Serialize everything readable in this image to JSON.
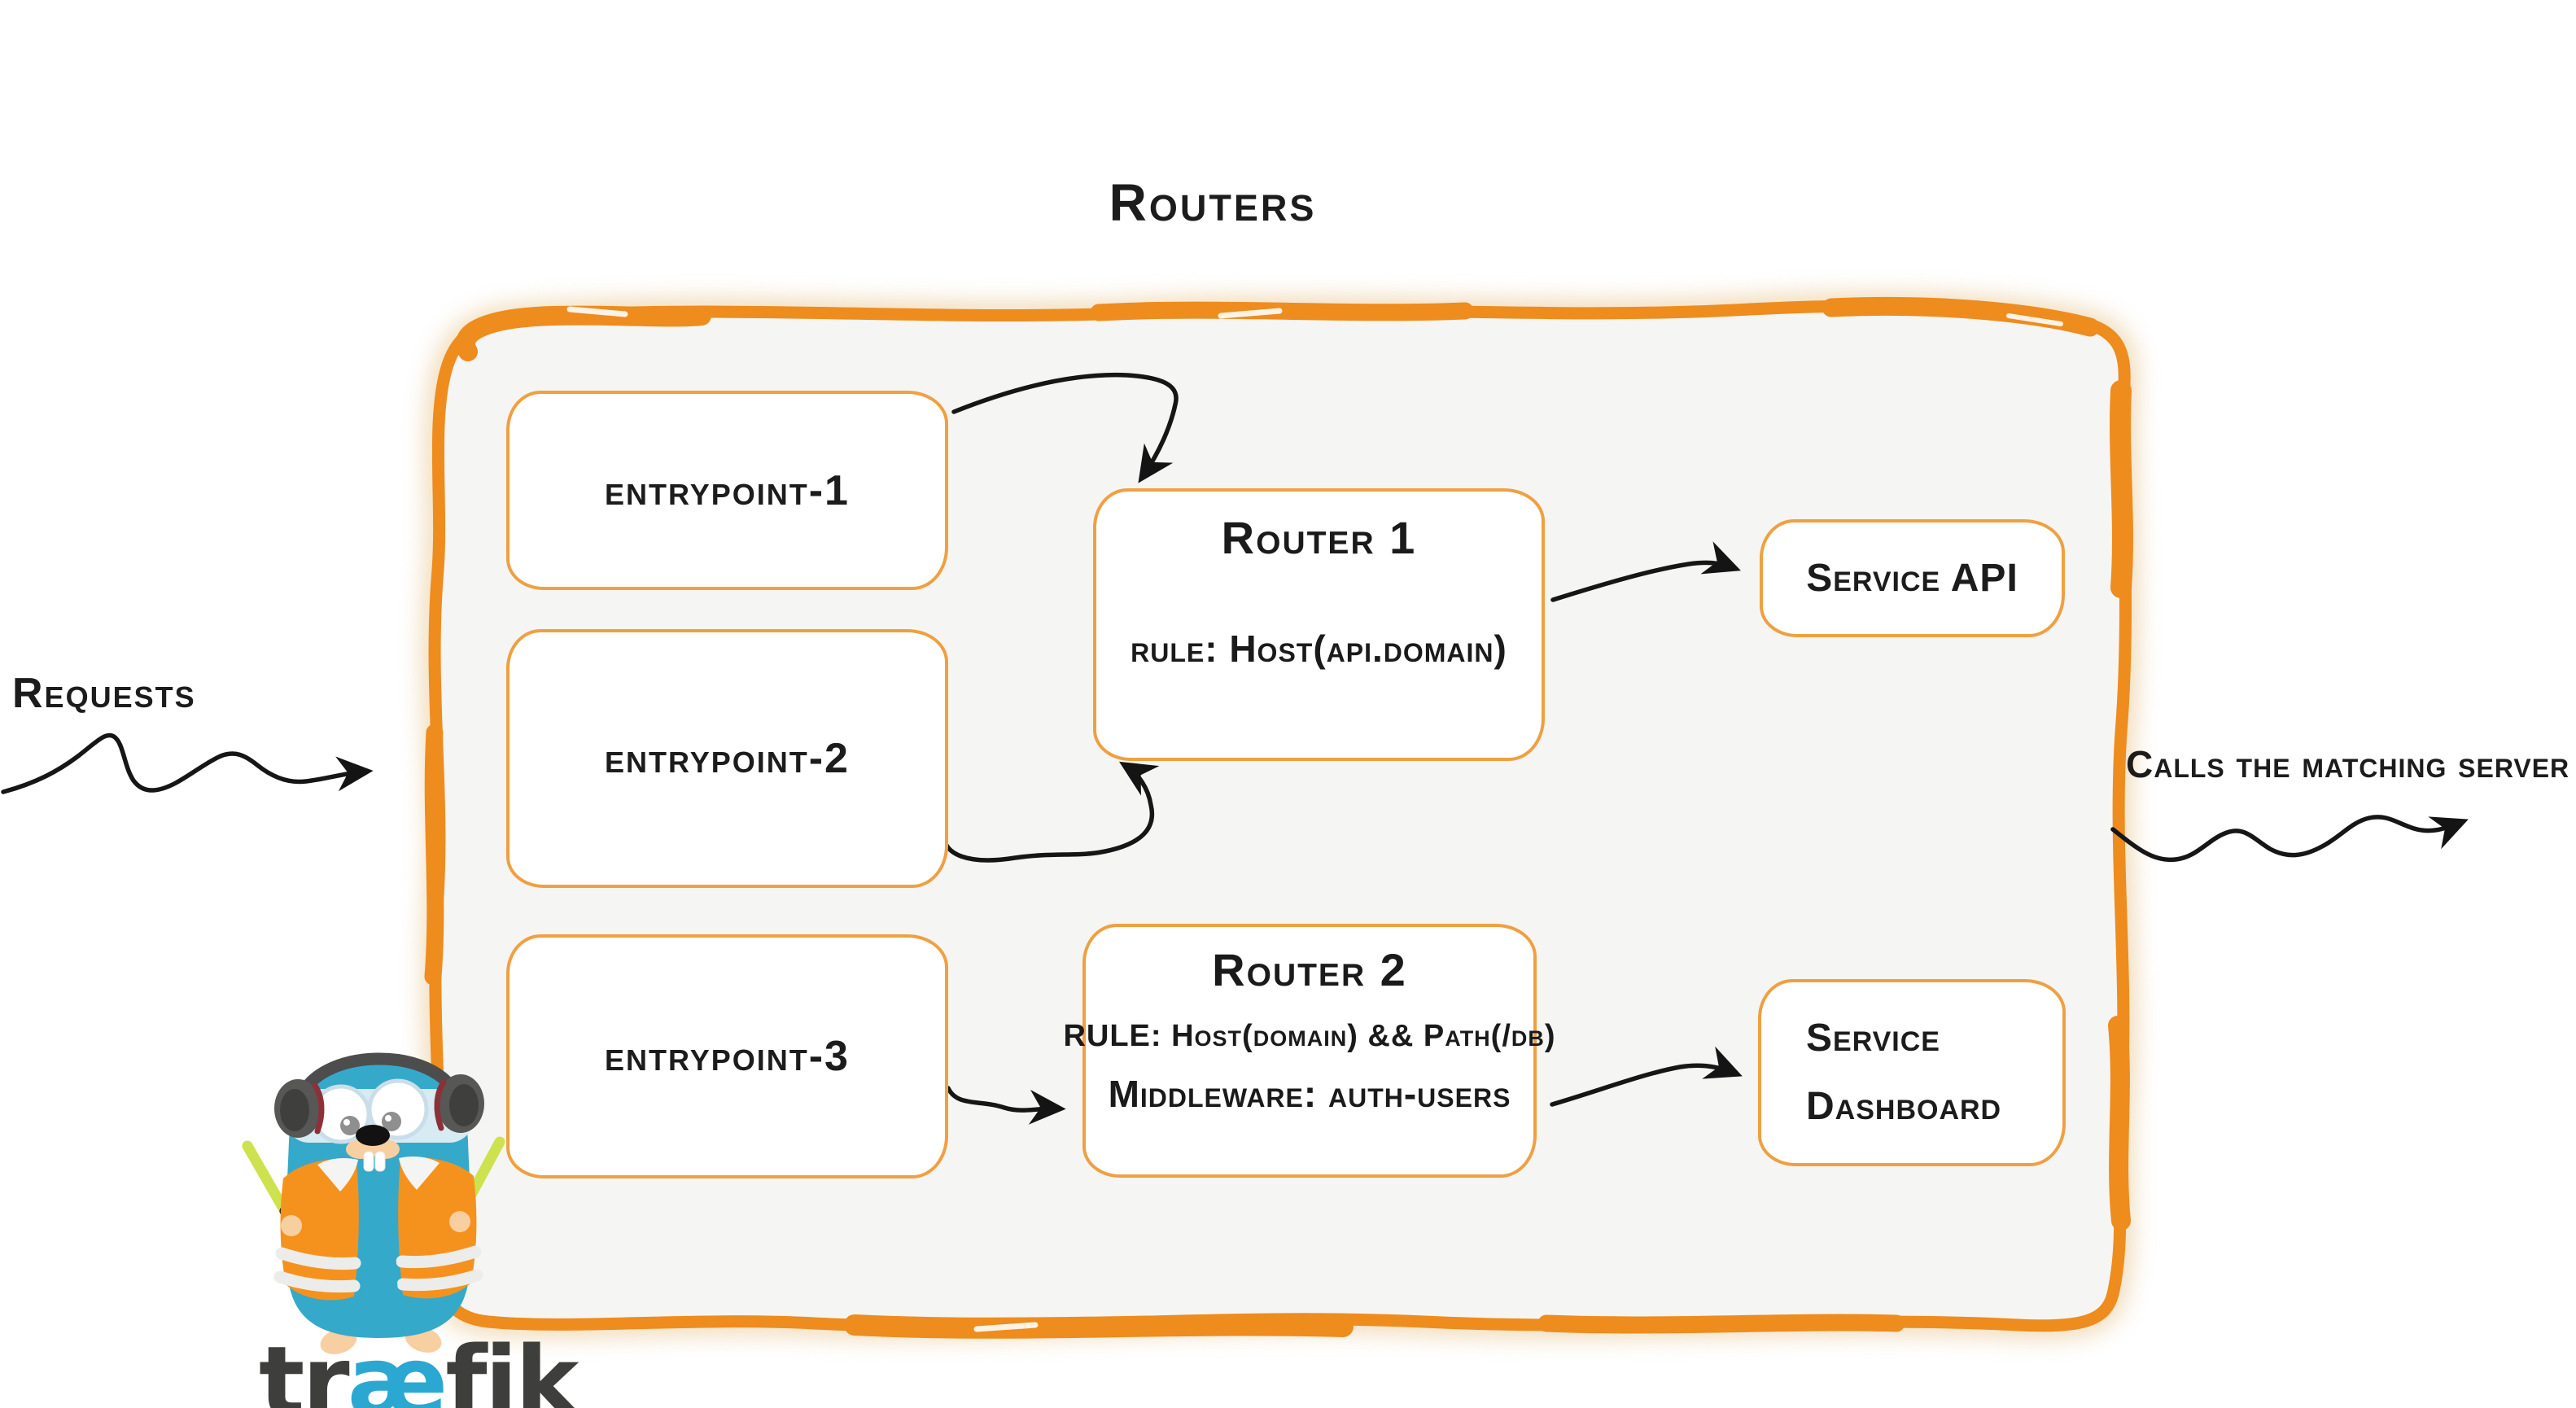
{
  "title": "Routers",
  "labels": {
    "requests": "Requests",
    "calls": "Calls the matching server"
  },
  "entrypoints": [
    {
      "label": "entrypoint-1"
    },
    {
      "label": "entrypoint-2"
    },
    {
      "label": "entrypoint-3"
    }
  ],
  "routers": [
    {
      "name": "Router 1",
      "lines": [
        "rule: Host(api.domain)"
      ]
    },
    {
      "name": "Router 2",
      "lines": [
        "RULE: Host(domain) && Path(/db)",
        "Middleware: auth-users"
      ]
    }
  ],
  "services": [
    {
      "lines": [
        "Service API"
      ]
    },
    {
      "lines": [
        "Service",
        "Dashboard"
      ]
    }
  ],
  "logo": {
    "pre": "tr",
    "ae": "æ",
    "post": "fik"
  },
  "icons": {
    "mascot": "traefik-gopher",
    "arrows": [
      "requests-arrow",
      "entrypoint1-to-router1-arrow",
      "entrypoint2-to-router1-arrow",
      "entrypoint3-to-router2-arrow",
      "router1-to-service-api-arrow",
      "router2-to-service-dashboard-arrow",
      "calls-arrow"
    ]
  },
  "colors": {
    "frame_orange": "#EE8C1E",
    "box_border_orange": "#EFA041",
    "ink": "#1A1A1A",
    "panel_fill": "#F5F5F4",
    "traefik_teal": "#35A9C9",
    "wordmark_blue": "#2BA8D2",
    "vest_orange": "#F5921E",
    "baton_lime": "#CDE24E"
  }
}
